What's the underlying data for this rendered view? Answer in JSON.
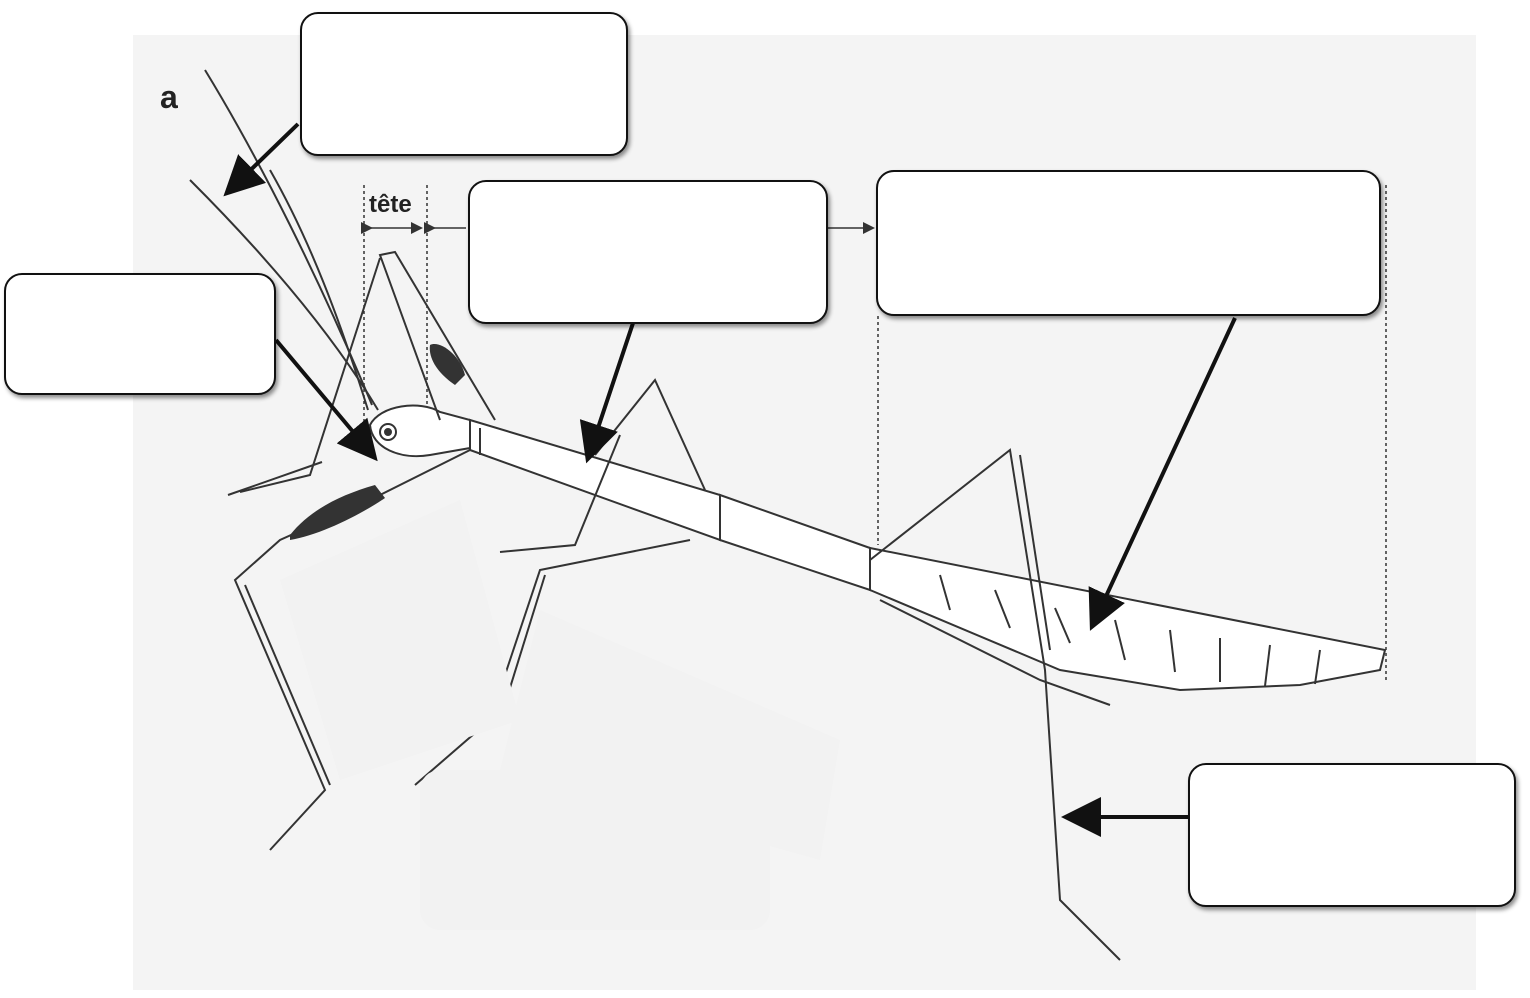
{
  "figure": {
    "panel_letter": "a",
    "head_label": "tête"
  },
  "label_boxes": [
    {
      "id": "antenna-label",
      "text": ""
    },
    {
      "id": "thorax-label",
      "text": ""
    },
    {
      "id": "abdomen-label",
      "text": ""
    },
    {
      "id": "eye-label",
      "text": ""
    },
    {
      "id": "leg-label",
      "text": ""
    }
  ],
  "colors": {
    "background": "#ffffff",
    "panel": "#f4f4f4",
    "ink": "#333333",
    "arrow": "#111111"
  }
}
